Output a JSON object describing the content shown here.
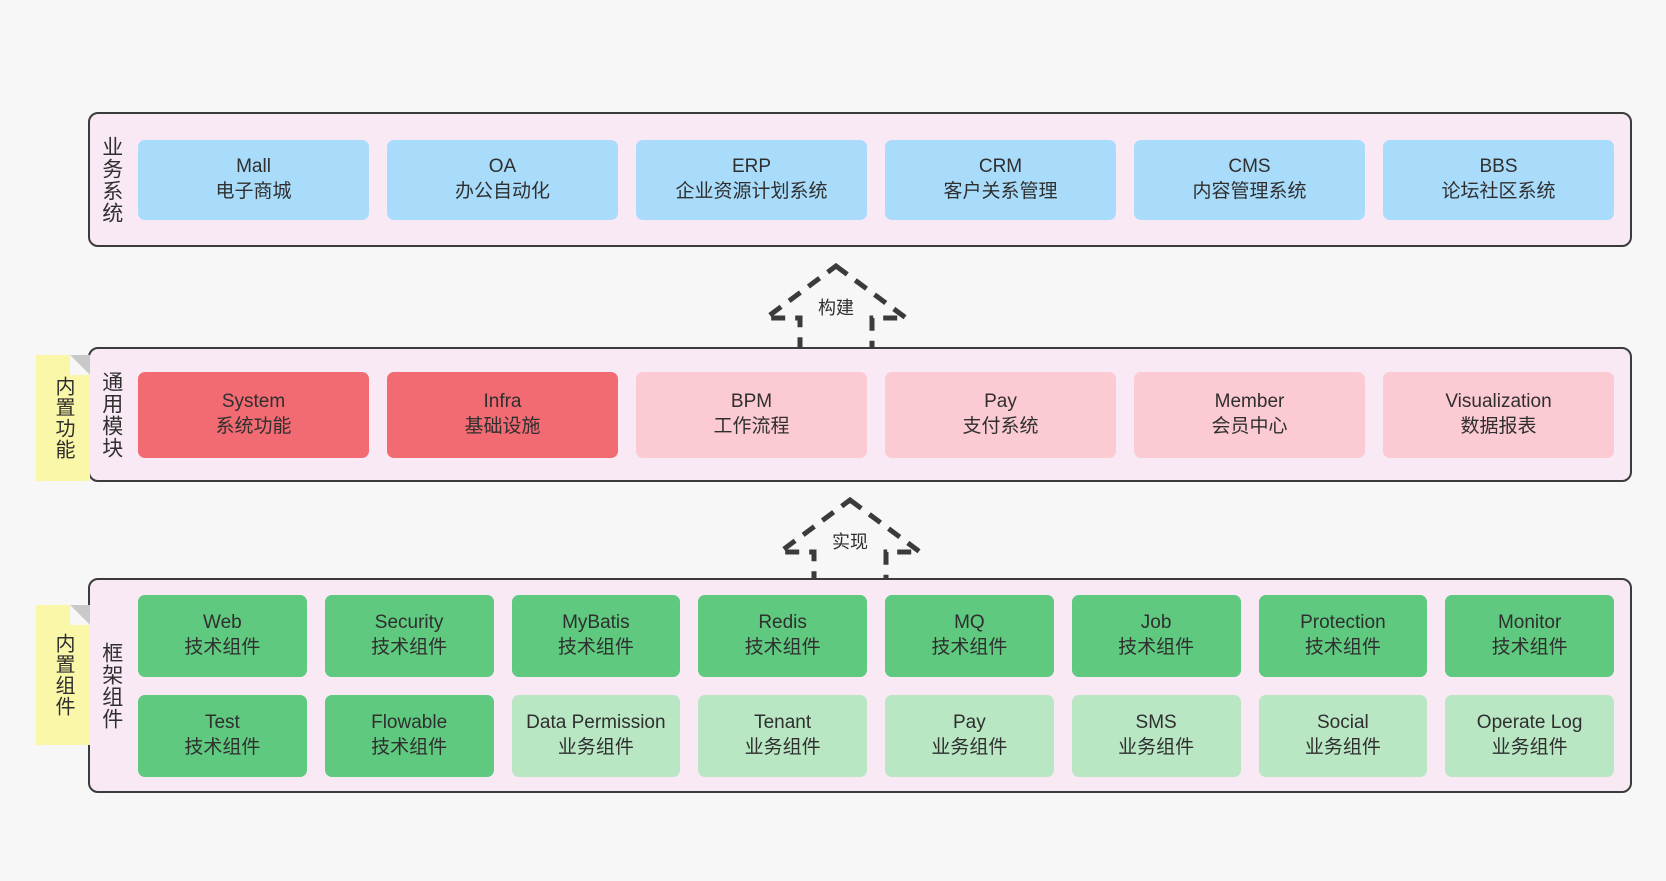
{
  "page": {
    "background": "#f7f7f7",
    "border_color": "#3b3b3b",
    "band_background": "#f8e9f4",
    "sticky_color": "#fbf7a8"
  },
  "bands": [
    {
      "id": "business-systems",
      "label": "业务系统",
      "sticky": null,
      "rows": [
        {
          "cards": [
            {
              "title": "Mall",
              "subtitle": "电子商城",
              "color": "#a9dcfb",
              "style": "c-blue"
            },
            {
              "title": "OA",
              "subtitle": "办公自动化",
              "color": "#a9dcfb",
              "style": "c-blue"
            },
            {
              "title": "ERP",
              "subtitle": "企业资源计划系统",
              "color": "#a9dcfb",
              "style": "c-blue"
            },
            {
              "title": "CRM",
              "subtitle": "客户关系管理",
              "color": "#a9dcfb",
              "style": "c-blue"
            },
            {
              "title": "CMS",
              "subtitle": "内容管理系统",
              "color": "#a9dcfb",
              "style": "c-blue"
            },
            {
              "title": "BBS",
              "subtitle": "论坛社区系统",
              "color": "#a9dcfb",
              "style": "c-blue"
            }
          ]
        }
      ]
    },
    {
      "id": "common-modules",
      "label": "通用模块",
      "sticky": "内置功能",
      "rows": [
        {
          "cards": [
            {
              "title": "System",
              "subtitle": "系统功能",
              "color": "#f26b72",
              "style": "c-red"
            },
            {
              "title": "Infra",
              "subtitle": "基础设施",
              "color": "#f26b72",
              "style": "c-red"
            },
            {
              "title": "BPM",
              "subtitle": "工作流程",
              "color": "#fbcad3",
              "style": "c-pink"
            },
            {
              "title": "Pay",
              "subtitle": "支付系统",
              "color": "#fbcad3",
              "style": "c-pink"
            },
            {
              "title": "Member",
              "subtitle": "会员中心",
              "color": "#fbcad3",
              "style": "c-pink"
            },
            {
              "title": "Visualization",
              "subtitle": "数据报表",
              "color": "#fbcad3",
              "style": "c-pink"
            }
          ]
        }
      ]
    },
    {
      "id": "framework-components",
      "label": "框架组件",
      "sticky": "内置组件",
      "rows": [
        {
          "cards": [
            {
              "title": "Web",
              "subtitle": "技术组件",
              "color": "#5fc97f",
              "style": "c-green"
            },
            {
              "title": "Security",
              "subtitle": "技术组件",
              "color": "#5fc97f",
              "style": "c-green"
            },
            {
              "title": "MyBatis",
              "subtitle": "技术组件",
              "color": "#5fc97f",
              "style": "c-green"
            },
            {
              "title": "Redis",
              "subtitle": "技术组件",
              "color": "#5fc97f",
              "style": "c-green"
            },
            {
              "title": "MQ",
              "subtitle": "技术组件",
              "color": "#5fc97f",
              "style": "c-green"
            },
            {
              "title": "Job",
              "subtitle": "技术组件",
              "color": "#5fc97f",
              "style": "c-green"
            },
            {
              "title": "Protection",
              "subtitle": "技术组件",
              "color": "#5fc97f",
              "style": "c-green"
            },
            {
              "title": "Monitor",
              "subtitle": "技术组件",
              "color": "#5fc97f",
              "style": "c-green"
            }
          ]
        },
        {
          "cards": [
            {
              "title": "Test",
              "subtitle": "技术组件",
              "color": "#5fc97f",
              "style": "c-green"
            },
            {
              "title": "Flowable",
              "subtitle": "技术组件",
              "color": "#5fc97f",
              "style": "c-green"
            },
            {
              "title": "Data Permission",
              "subtitle": "业务组件",
              "color": "#b9e7c4",
              "style": "c-lgreen",
              "wrap": true
            },
            {
              "title": "Tenant",
              "subtitle": "业务组件",
              "color": "#b9e7c4",
              "style": "c-lgreen"
            },
            {
              "title": "Pay",
              "subtitle": "业务组件",
              "color": "#b9e7c4",
              "style": "c-lgreen"
            },
            {
              "title": "SMS",
              "subtitle": "业务组件",
              "color": "#b9e7c4",
              "style": "c-lgreen"
            },
            {
              "title": "Social",
              "subtitle": "业务组件",
              "color": "#b9e7c4",
              "style": "c-lgreen"
            },
            {
              "title": "Operate Log",
              "subtitle": "业务组件",
              "color": "#b9e7c4",
              "style": "c-lgreen"
            }
          ]
        }
      ]
    }
  ],
  "arrows": [
    {
      "id": "arrow-build",
      "label": "构建"
    },
    {
      "id": "arrow-implement",
      "label": "实现"
    }
  ]
}
